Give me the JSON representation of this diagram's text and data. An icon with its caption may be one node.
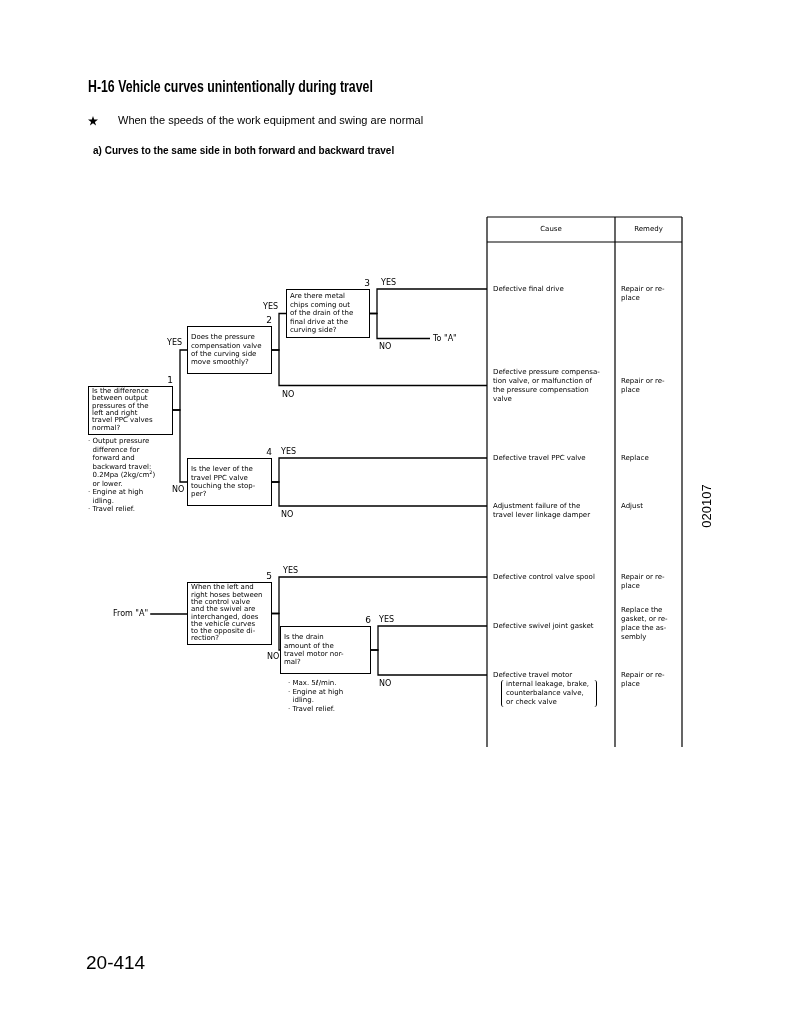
{
  "diagram": {
    "title": "H-16 Vehicle curves unintentionally during travel",
    "nodes": [
      {
        "text": [
          "1",
          "Is the difference between output pressures of the left and right travel PPC valves normal?"
        ],
        "beside": [
          "· Output pressure difference for forward and backward travel: 0.2Mpa (2kg/cm$^{2}$) or lower.",
          "· Engine at high idling.",
          "· Travel relief."
        ]
      },
      {
        "text": [
          "2",
          "Does the pressure compensation valve of the curving side move smoothly?"
        ]
      },
      {
        "text": [
          "3",
          "Are there metal chips coming out of the drain of the final drive at the curving side?"
        ]
      },
      {
        "text": [
          "Defective final drive"
        ]
      },
      {
        "text": [
          "To \"A\""
        ]
      },
      {
        "text": [
          "Defective pressure compensa- tion valve, or malfunction of the pressure compensation valve"
        ]
      },
      {
        "text": [
          "4",
          "Is the lever of the travel PPC valve touching the stop- per?"
        ]
      },
      {
        "text": [
          "Defective travel PPC valve"
        ]
      },
      {
        "text": [
          "Adjustment failure of the travel lever linkage damper"
        ]
      },
      {
        "text": [
          "From \"A\""
        ]
      },
      {
        "text": [
          "5",
          "When the left and right hoses between the control valve and the swivel are interchanged, does the vehicle curves to the opposite di- rection?"
        ]
      },
      {
        "text": [
          "Defective control valve spool"
        ]
      },
      {
        "text": [
          "6",
          "Is the drain amount of the travel motor nor- mal?"
        ],
        "beside": [
          "· Max. 5ℓ/min.",
          "· Engine at high idling.",
          "· Travel relief."
        ]
      },
      {
        "text": [
          "Defective swivel joint gasket"
        ]
      },
      {
        "text": [
          "Defective travel motor",
          "internal leakage, brake, counterbalance valve, or check valve"
        ]
      }
    ],
    "edges": [
      {
        "from": 0,
        "to": 1,
        "arrow": "none",
        "label": "YES"
      },
      {
        "from": 0,
        "to": 6,
        "arrow": "none",
        "label": "NO"
      },
      {
        "from": 1,
        "to": 2,
        "arrow": "none",
        "label": "YES"
      },
      {
        "from": 1,
        "to": 5,
        "arrow": "none",
        "label": "NO"
      },
      {
        "from": 2,
        "to": 3,
        "arrow": "none",
        "label": "YES"
      },
      {
        "from": 2,
        "to": 4,
        "arrow": "none",
        "label": "NO"
      },
      {
        "from": 6,
        "to": 7,
        "arrow": "none",
        "label": "YES"
      },
      {
        "from": 6,
        "to": 8,
        "arrow": "none",
        "label": "NO"
      },
      {
        "from": 9,
        "to": 10,
        "arrow": "none"
      },
      {
        "from": 10,
        "to": 11,
        "arrow": "none",
        "label": "YES"
      },
      {
        "from": 10,
        "to": 12,
        "arrow": "none",
        "label": "NO"
      },
      {
        "from": 12,
        "to": 13,
        "arrow": "none",
        "label": "YES"
      },
      {
        "from": 12,
        "to": 14,
        "arrow": "none",
        "label": "NO"
      }
    ],
    "labels": [
      "When the speeds of the work equipment and swing are normal",
      "a) Curves to the same side in both forward and backward travel",
      "Cause",
      "Remedy",
      "Repair or re- place",
      "Repair or re- place",
      "Replace",
      "Adjust",
      "Repair or re- place",
      "Replace the gasket, or re- place the as- sembly",
      "Repair or re- place",
      "020107",
      "20-414"
    ]
  }
}
